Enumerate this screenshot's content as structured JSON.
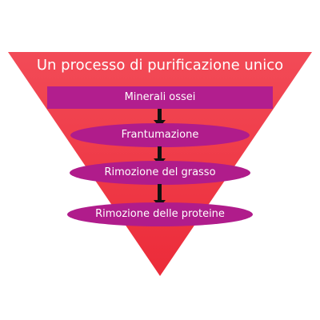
{
  "title": "Un processo di purificazione unico",
  "colors": {
    "triangle_top": "#f04a55",
    "triangle_bottom": "#ee2f3c",
    "box": "#b21e8e",
    "ellipse": "#b01c8b",
    "arrow": "#111111",
    "text": "#ffffff"
  },
  "steps": [
    {
      "label": "Minerali ossei",
      "shape": "rectangle"
    },
    {
      "label": "Frantumazione",
      "shape": "ellipse"
    },
    {
      "label": "Rimozione del grasso",
      "shape": "ellipse"
    },
    {
      "label": "Rimozione delle proteine",
      "shape": "ellipse"
    }
  ]
}
